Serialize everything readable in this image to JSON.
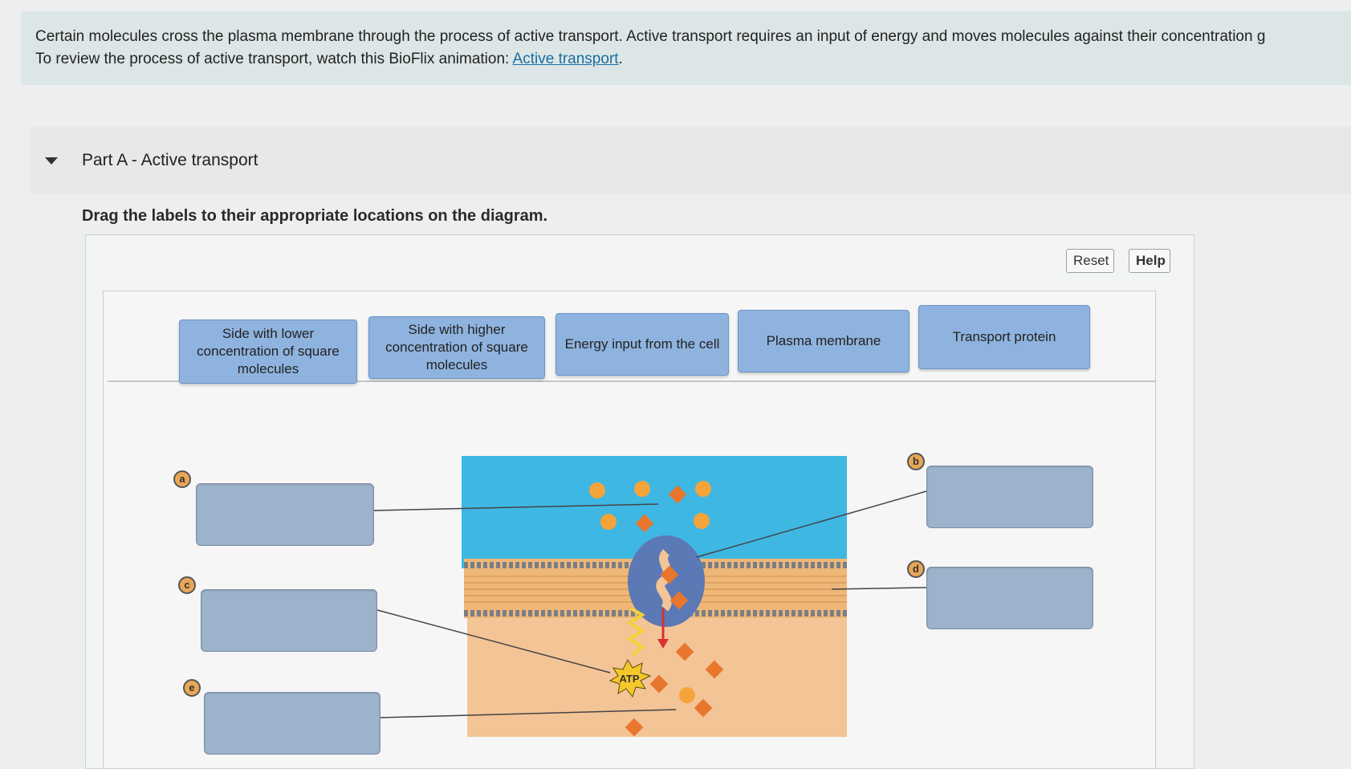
{
  "intro": {
    "line1": "Certain molecules cross the plasma membrane through the process of active transport. Active transport requires an input of energy and moves molecules against their concentration g",
    "line2_prefix": "To review the process of active transport, watch this BioFlix animation: ",
    "link_text": "Active transport",
    "line2_suffix": "."
  },
  "part": {
    "label": "Part A",
    "separator": " - ",
    "title": "Active transport"
  },
  "instruction": "Drag the labels to their appropriate locations on the diagram.",
  "toolbar": {
    "reset_label": "Reset",
    "help_label": "Help"
  },
  "labels": [
    "Side with lower concentration of square molecules",
    "Side with higher concentration of square molecules",
    "Energy input from the cell",
    "Plasma membrane",
    "Transport protein"
  ],
  "markers": {
    "a": "a",
    "b": "b",
    "c": "c",
    "d": "d",
    "e": "e"
  },
  "diagram": {
    "atp_label": "ATP"
  },
  "colors": {
    "extracellular": "#3fb7e3",
    "cytoplasm": "#f3c495",
    "label_chip": "#8fb3df",
    "drop_target": "#9db3cc",
    "square_molecule": "#e8762c",
    "round_molecule": "#f4a43a",
    "energy_arrow": "#d93030"
  }
}
